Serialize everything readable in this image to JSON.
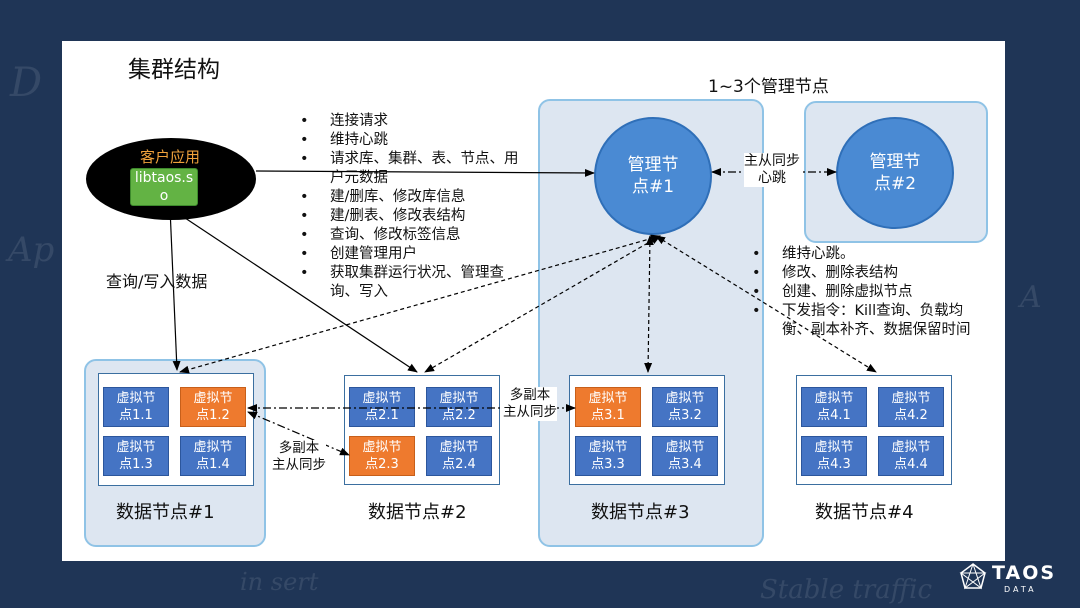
{
  "title": "集群结构",
  "management_caption": "1~3个管理节点",
  "client": {
    "label": "客户应用",
    "lib": "libtaos.so"
  },
  "client_requests": [
    "连接请求",
    "维持心跳",
    "请求库、集群、表、节点、用户元数据",
    "建/删库、修改库信息",
    "建/删表、修改表结构",
    "查询、修改标签信息",
    "创建管理用户",
    "获取集群运行状况、管理查询、写入"
  ],
  "mgmt_duties": [
    "维持心跳。",
    "修改、删除表结构",
    "创建、删除虚拟节点",
    "下发指令：Kill查询、负载均衡、副本补齐、数据保留时间"
  ],
  "edge_labels": {
    "query_write": "查询/写入数据",
    "master_slave_sync": "主从同步\n心跳",
    "replica_sync_a": "多副本\n主从同步",
    "replica_sync_b": "多副本\n主从同步"
  },
  "mnodes": [
    {
      "label": "管理节\n点#1"
    },
    {
      "label": "管理节\n点#2"
    }
  ],
  "dnodes": [
    {
      "label": "数据节点#1",
      "vnodes": [
        {
          "label": "虚拟节\n点1.1",
          "role": "slave"
        },
        {
          "label": "虚拟节\n点1.2",
          "role": "master"
        },
        {
          "label": "虚拟节\n点1.3",
          "role": "slave"
        },
        {
          "label": "虚拟节\n点1.4",
          "role": "slave"
        }
      ]
    },
    {
      "label": "数据节点#2",
      "vnodes": [
        {
          "label": "虚拟节\n点2.1",
          "role": "slave"
        },
        {
          "label": "虚拟节\n点2.2",
          "role": "slave"
        },
        {
          "label": "虚拟节\n点2.3",
          "role": "master"
        },
        {
          "label": "虚拟节\n点2.4",
          "role": "slave"
        }
      ]
    },
    {
      "label": "数据节点#3",
      "vnodes": [
        {
          "label": "虚拟节\n点3.1",
          "role": "master"
        },
        {
          "label": "虚拟节\n点3.2",
          "role": "slave"
        },
        {
          "label": "虚拟节\n点3.3",
          "role": "slave"
        },
        {
          "label": "虚拟节\n点3.4",
          "role": "slave"
        }
      ]
    },
    {
      "label": "数据节点#4",
      "vnodes": [
        {
          "label": "虚拟节\n点4.1",
          "role": "slave"
        },
        {
          "label": "虚拟节\n点4.2",
          "role": "slave"
        },
        {
          "label": "虚拟节\n点4.3",
          "role": "slave"
        },
        {
          "label": "虚拟节\n点4.4",
          "role": "slave"
        }
      ]
    }
  ],
  "colors": {
    "slave": "#4574c4",
    "master": "#ee7a2e",
    "mnode": "#4a8ad3",
    "panel": "#dde6f1",
    "panel_border": "#8fc3e6",
    "lib": "#63b344",
    "client_label": "#f0a23c"
  },
  "logo": {
    "name": "TAOS",
    "sub": "DATA"
  }
}
